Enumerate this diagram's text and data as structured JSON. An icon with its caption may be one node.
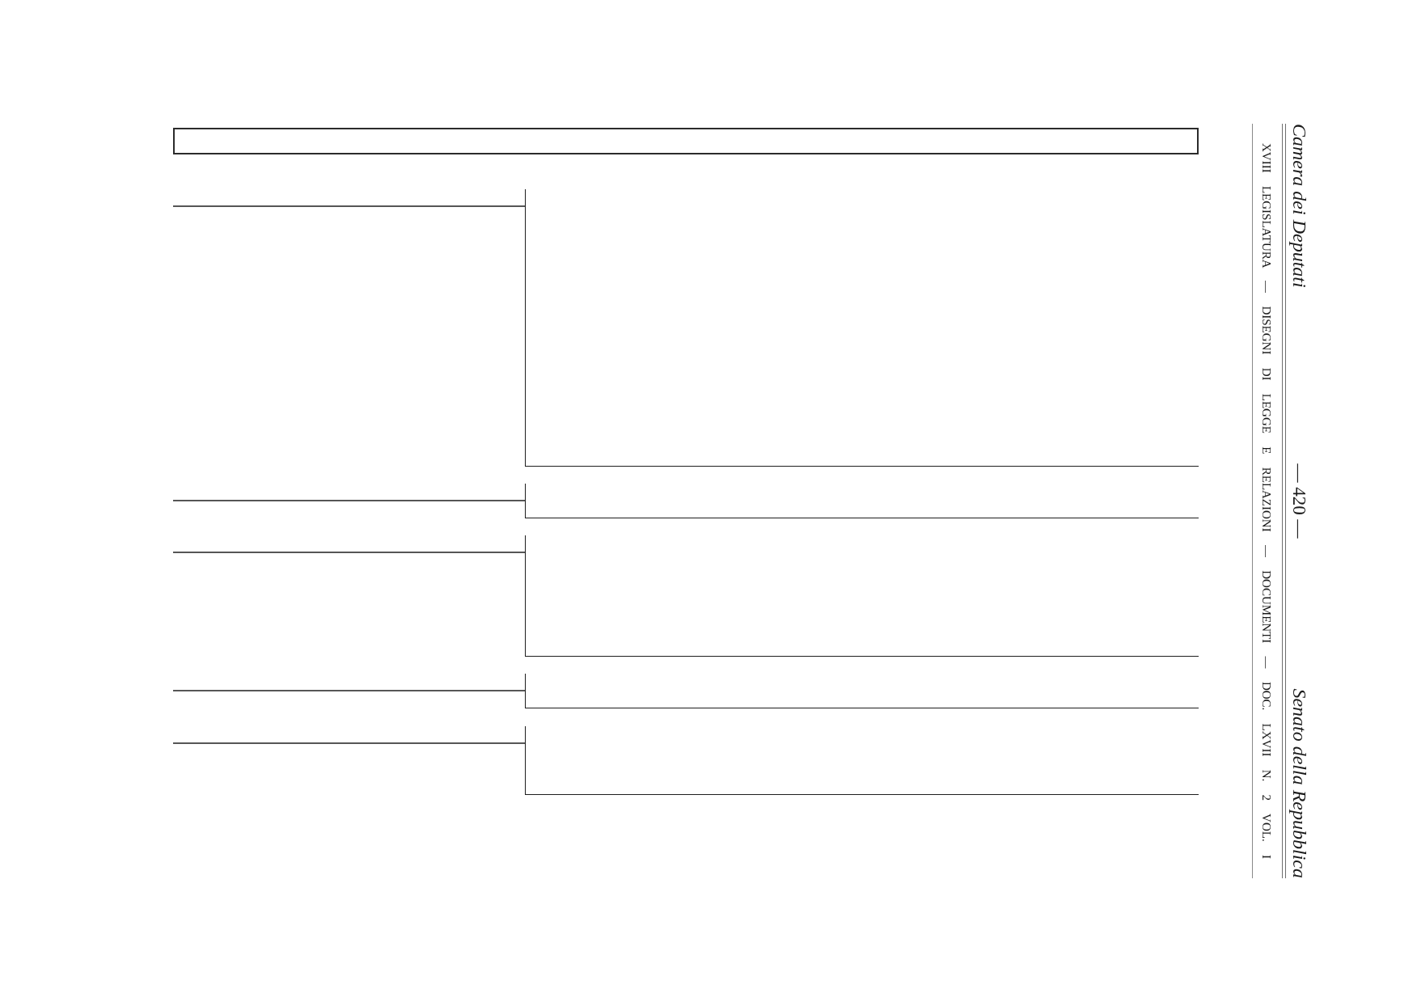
{
  "diagram": {
    "nodes": [
      {
        "text": [],
        "shape": "box"
      },
      {
        "text": [],
        "shape": "bracket"
      },
      {
        "text": [],
        "shape": "bracket"
      },
      {
        "text": [],
        "shape": "bracket"
      },
      {
        "text": [],
        "shape": "bracket"
      },
      {
        "text": [],
        "shape": "bracket"
      }
    ],
    "edges": [
      {
        "from": null,
        "to": 1,
        "arrow": "none"
      },
      {
        "from": null,
        "to": 2,
        "arrow": "none"
      },
      {
        "from": null,
        "to": 3,
        "arrow": "none"
      },
      {
        "from": null,
        "to": 4,
        "arrow": "none"
      },
      {
        "from": null,
        "to": 5,
        "arrow": "none"
      }
    ],
    "labels": [
      "Camera dei Deputati",
      "— 420 —",
      "Senato della Repubblica",
      "XVIII LEGISLATURA — DISEGNI DI LEGGE E RELAZIONI — DOCUMENTI — DOC. LXVII N. 2 VOL. I"
    ]
  }
}
